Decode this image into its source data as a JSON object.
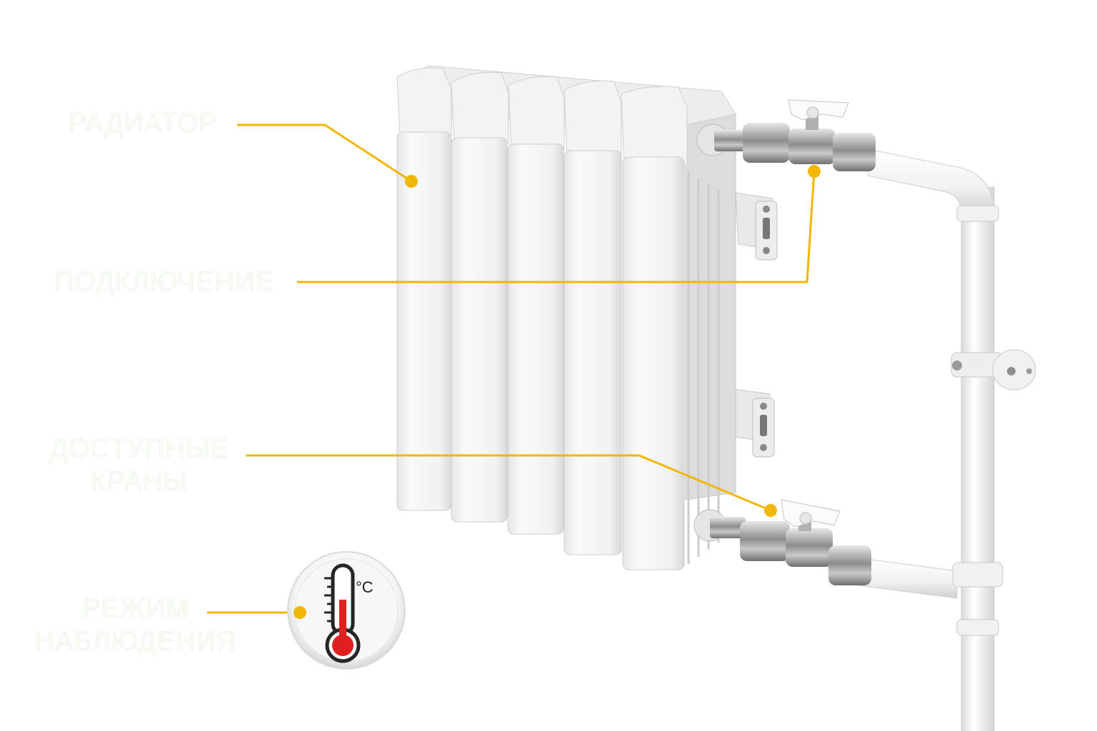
{
  "labels": {
    "radiator": "РАДИАТОР",
    "connection": "ПОДКЛЮЧЕНИЕ",
    "valves_line1": "ДОСТУПНЫЕ",
    "valves_line2": "КРАНЫ",
    "monitoring_line1": "РЕЖИМ",
    "monitoring_line2": "НАБЛЮДЕНИЯ"
  },
  "thermometer": {
    "unit": "°C"
  },
  "colors": {
    "callout": "#f2b705",
    "label_text": "#f6fbf3",
    "mercury": "#e02020",
    "radiator": "#f4f4f4",
    "pipe": "#f7f7f7",
    "metal": "#a7a7a7"
  }
}
